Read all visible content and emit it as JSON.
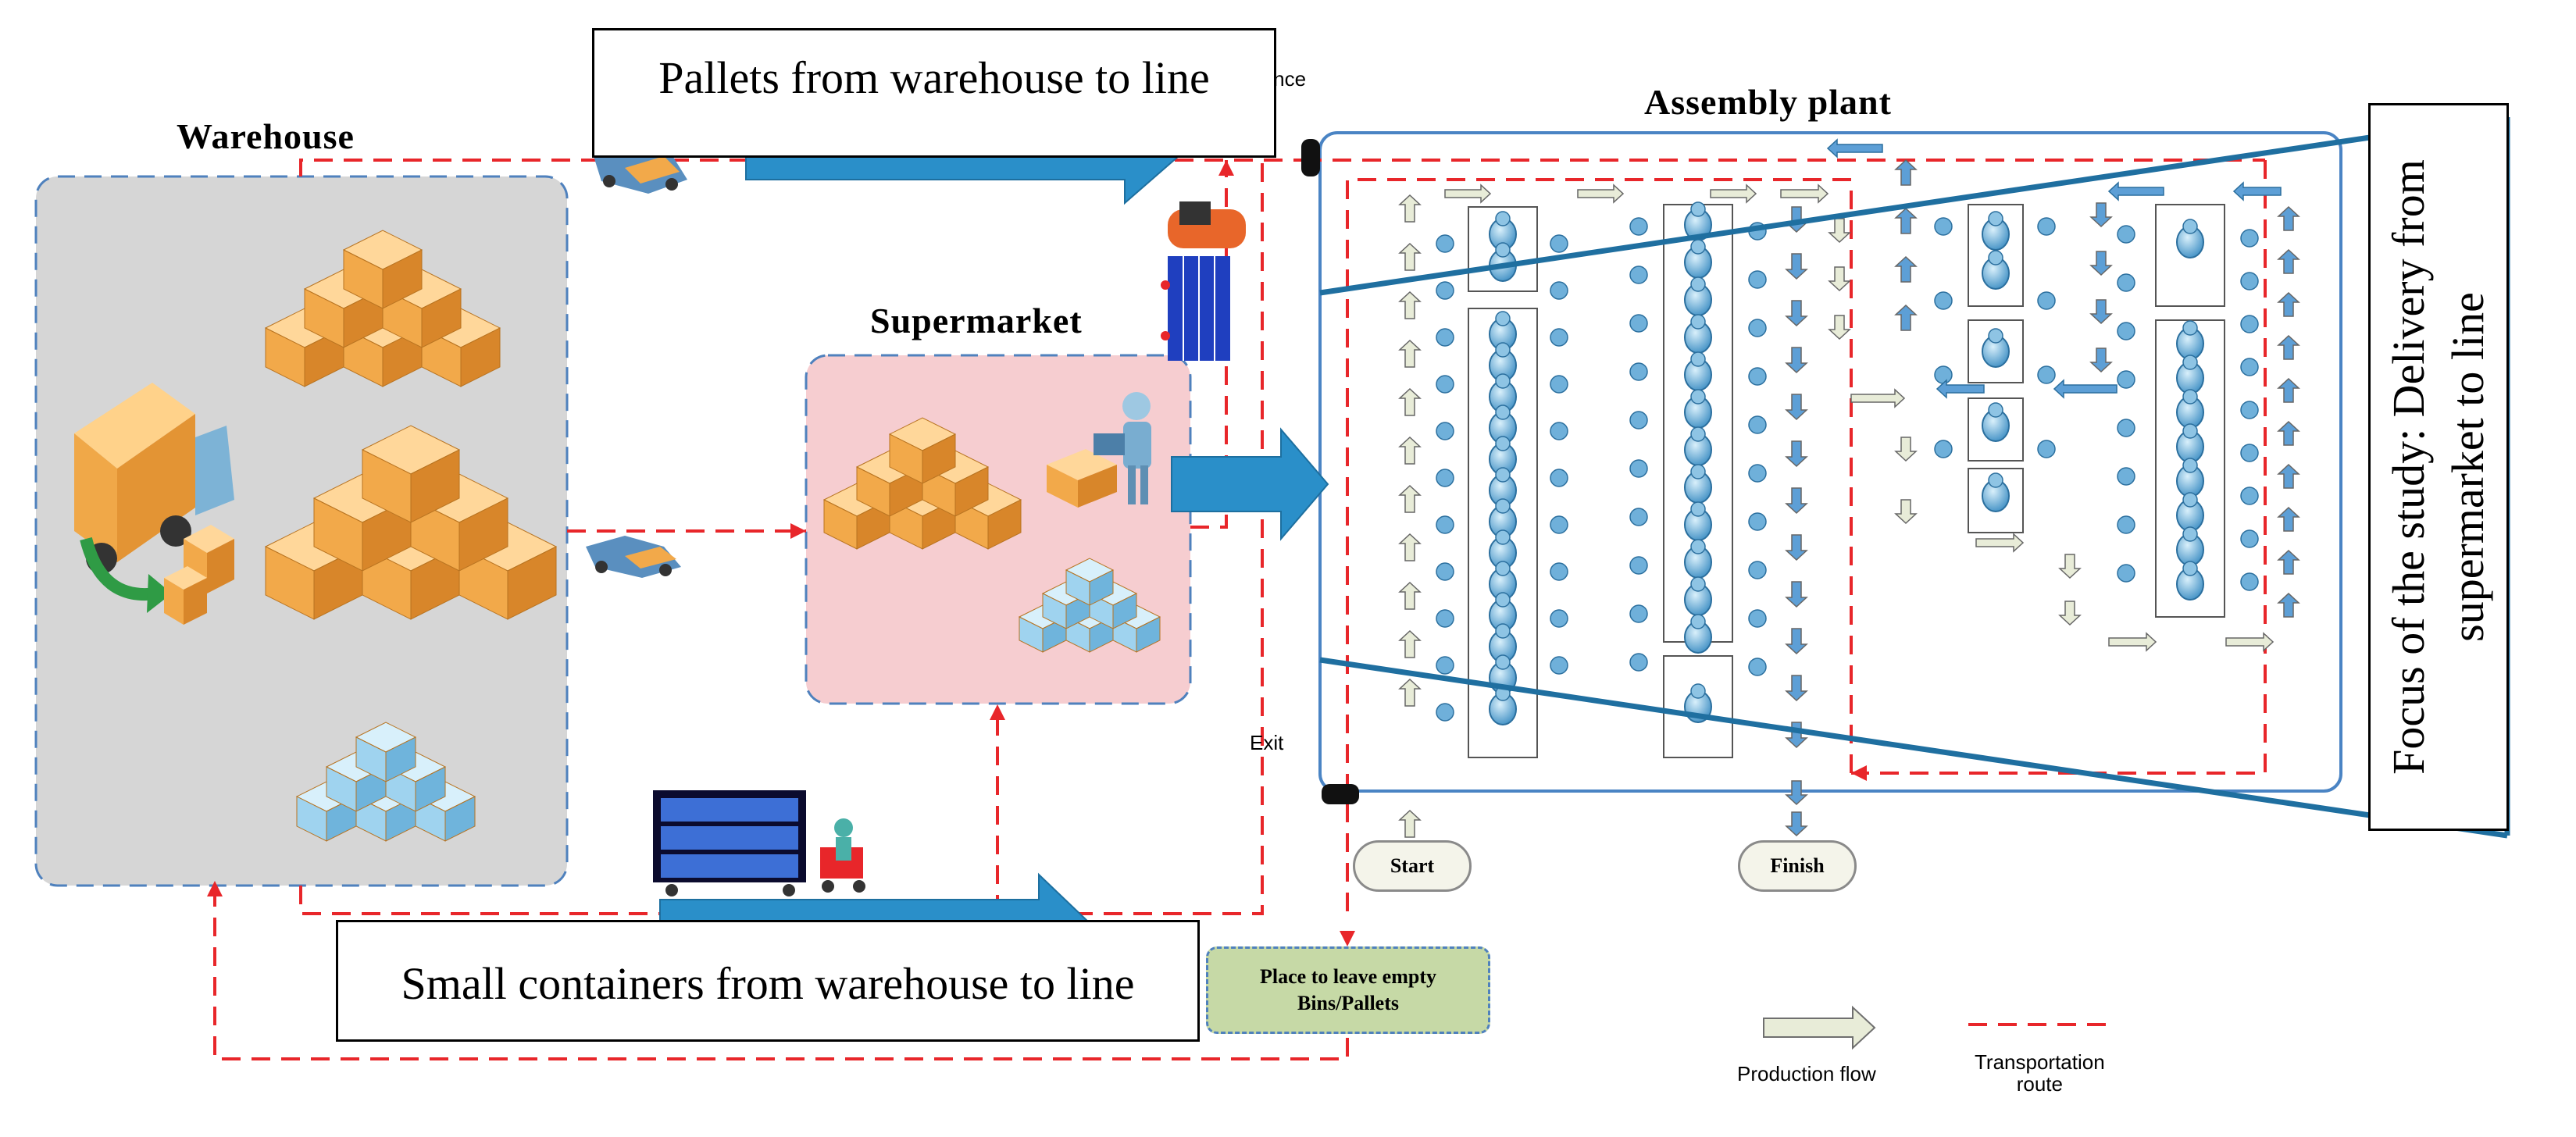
{
  "labels": {
    "warehouse": "Warehouse",
    "supermarket": "Supermarket",
    "assembly_plant": "Assembly plant",
    "entrance": "Entrance",
    "exit": "Exit",
    "start": "Start",
    "finish": "Finish",
    "empty_bins_line1": "Place to leave empty",
    "empty_bins_line2": "Bins/Pallets",
    "legend_production_flow": "Production flow",
    "legend_transport_line1": "Transportation",
    "legend_transport_line2": "route"
  },
  "banners": {
    "pallets": "Pallets from warehouse to line",
    "small_containers": "Small containers from warehouse to line"
  },
  "focus": {
    "line1": "Focus of the study: Delivery from",
    "line2": "supermarket to line"
  },
  "colors": {
    "transport_route": "#e8262a",
    "big_arrow": "#2a8fc9",
    "warehouse_bg": "#d6d6d6",
    "supermarket_bg": "#f6cdd0",
    "plant_border": "#4a84c4",
    "empty_bins_bg": "#c6d9a6",
    "production_arrow": "#e8ecd8"
  },
  "icons": [
    "box-stack-icon",
    "delivery-truck-icon",
    "forklift-icon",
    "pallet-jack-icon",
    "worker-icon",
    "container-rack-icon",
    "tugger-train-icon",
    "workstation-icon",
    "operator-icon"
  ]
}
